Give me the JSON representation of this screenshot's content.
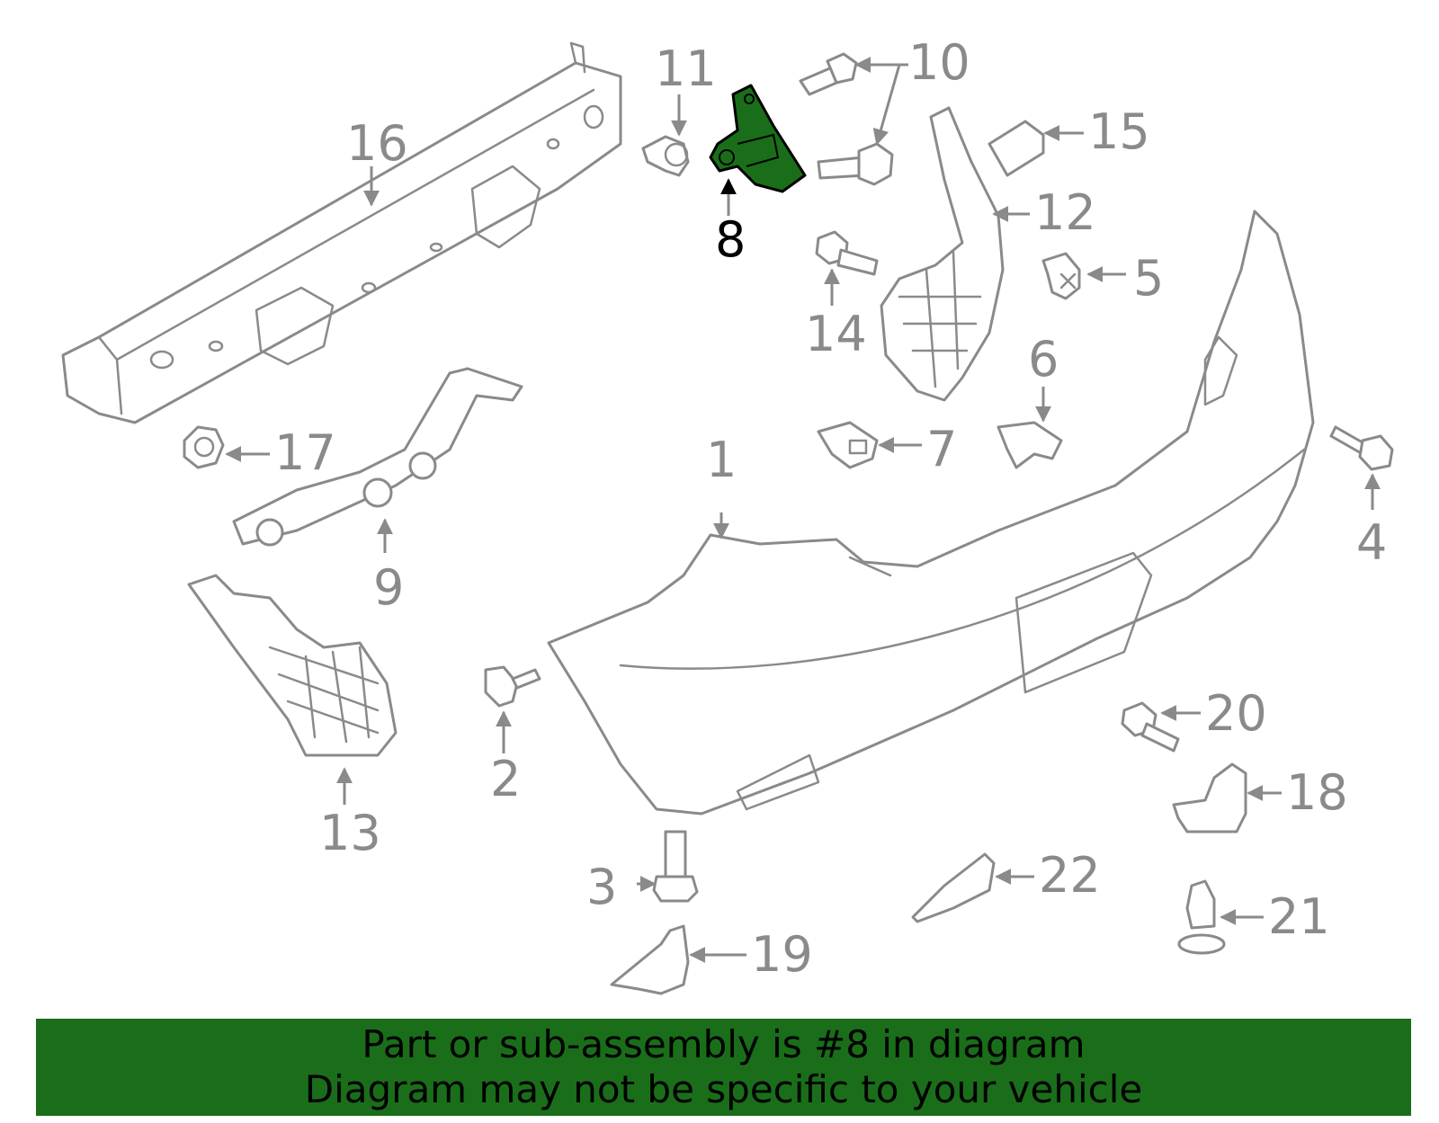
{
  "callouts": {
    "c1": "1",
    "c2": "2",
    "c3": "3",
    "c4": "4",
    "c5": "5",
    "c6": "6",
    "c7": "7",
    "c8": "8",
    "c9": "9",
    "c10": "10",
    "c11": "11",
    "c12": "12",
    "c13": "13",
    "c14": "14",
    "c15": "15",
    "c16": "16",
    "c17": "17",
    "c18": "18",
    "c19": "19",
    "c20": "20",
    "c21": "21",
    "c22": "22"
  },
  "highlighted_part": "8",
  "colors": {
    "highlight": "#1a6e1a",
    "linework": "#8a8a8a",
    "banner": "#1a6e1a"
  },
  "banner": {
    "line1": "Part or sub-assembly is #8 in diagram",
    "line2": "Diagram may not be specific to your vehicle"
  }
}
